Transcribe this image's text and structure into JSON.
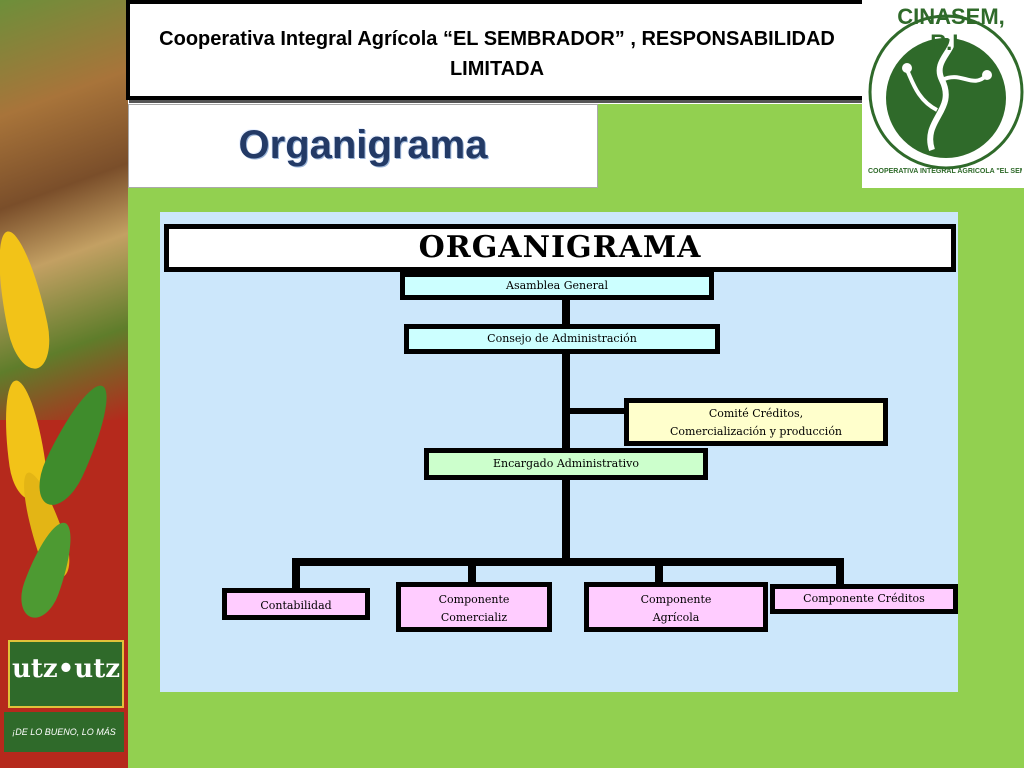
{
  "header": {
    "title": "Cooperativa Integral Agrícola “EL SEMBRADOR” , RESPONSABILIDAD LIMITADA",
    "subtitle": "Organigrama"
  },
  "logo": {
    "text": "CINASEM, R.L.",
    "ring_text": "COOPERATIVA INTEGRAL AGRÍCOLA \"EL SEMBRADOR\", R.L."
  },
  "banner": {
    "utz": "utz•utz",
    "slogan": "¡DE LO BUENO, LO MÁS BUENO!"
  },
  "org": {
    "title": "ORGANIGRAMA",
    "asamblea": "Asamblea General",
    "consejo": "Consejo de Administración",
    "comite_line1": "Comité Créditos,",
    "comite_line2": "Comercialización y producción",
    "encargado": "Encargado Administrativo",
    "contabilidad": "Contabilidad",
    "comercial_line1": "Componente",
    "comercial_line2": "Comercializ",
    "agricola_line1": "Componente",
    "agricola_line2": "Agrícola",
    "creditos": "Componente Créditos"
  },
  "colors": {
    "green": "#92d050",
    "diagram_bg": "#cce7fb",
    "cyan_box": "#ccffff",
    "yellow_box": "#ffffcc",
    "green_box": "#ccffcc",
    "pink_box": "#ffccff"
  }
}
